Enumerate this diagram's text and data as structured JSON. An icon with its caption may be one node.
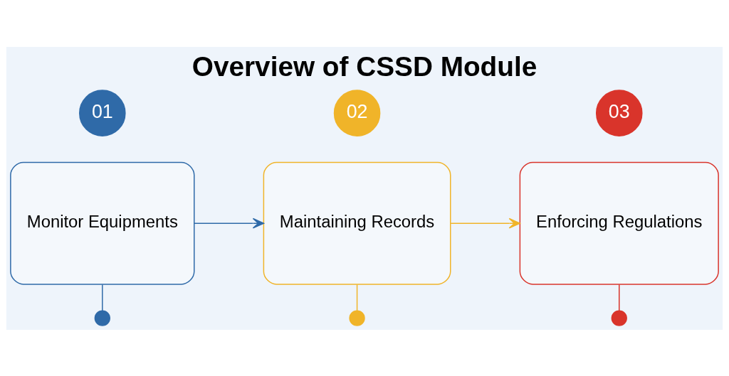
{
  "diagram": {
    "title": "Overview of CSSD Module",
    "nodes": [
      {
        "text": [
          "01"
        ]
      },
      {
        "text": [
          "Monitor Equipments"
        ]
      },
      {
        "text": [
          "02"
        ]
      },
      {
        "text": [
          "Maintaining Records"
        ]
      },
      {
        "text": [
          "03"
        ]
      },
      {
        "text": [
          "Enforcing Regulations"
        ]
      },
      {
        "text": [],
        "shape": "circle"
      },
      {
        "text": [],
        "shape": "circle"
      },
      {
        "text": [],
        "shape": "circle"
      }
    ],
    "edges": [
      {
        "from": 1,
        "to": 3,
        "arrow": "to",
        "color": "#2f6aa8"
      },
      {
        "from": 3,
        "to": 5,
        "arrow": "to",
        "color": "#f0b429"
      },
      {
        "from": 1,
        "to": 6,
        "arrow": "none",
        "color": "#2f6aa8"
      },
      {
        "from": 3,
        "to": 7,
        "arrow": "none",
        "color": "#f0b429"
      },
      {
        "from": 5,
        "to": 8,
        "arrow": "none",
        "color": "#d9342b"
      }
    ]
  }
}
